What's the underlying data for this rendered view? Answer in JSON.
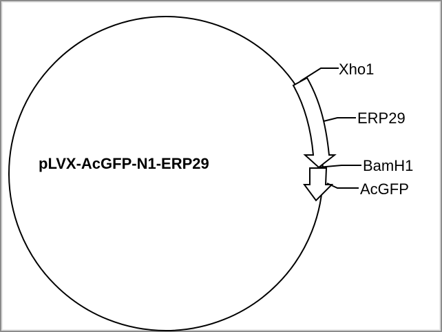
{
  "plasmid": {
    "name": "pLVX-AcGFP-N1-ERP29",
    "outline_color": "#000000",
    "fill_color": "#ffffff",
    "frame_color": "#8c8c8c"
  },
  "features": [
    {
      "label": "ERP29",
      "shape": "arrow"
    },
    {
      "label": "AcGFP",
      "shape": "arrow"
    }
  ],
  "sites": [
    {
      "label": "Xho1"
    },
    {
      "label": "BamH1"
    }
  ]
}
